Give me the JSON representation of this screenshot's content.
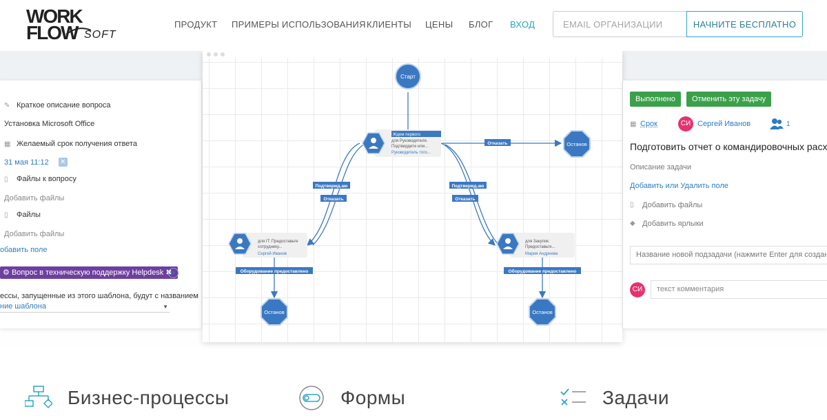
{
  "brand": {
    "line1": "WORK",
    "line2": "FLOW",
    "line3": "SOFT"
  },
  "nav": [
    "ПРОДУКТ",
    "ПРИМЕРЫ ИСПОЛЬЗОВАНИЯ",
    "КЛИЕНТЫ",
    "ЦЕНЫ",
    "БЛОГ",
    "ВХОД"
  ],
  "signup": {
    "placeholder": "EMAIL ОРГАНИЗАЦИИ",
    "button": "НАЧНИТЕ БЕСПЛАТНО"
  },
  "form": {
    "short_desc_label": "Краткое описание вопроса",
    "short_desc_value": "Установка Microsoft Office",
    "deadline_label": "Желаемый срок получения ответа",
    "deadline_value": "31 мая 11:12",
    "files_label": "Файлы к вопросу",
    "add_files_1": "Добавить файлы",
    "files2_label": "Файлы",
    "add_files_2": "Добавить файлы",
    "add_field": "обавить поле",
    "tag": "Вопрос в техническую поддержку Helpdesk",
    "processes_text": "ессы, запущенные из этого шаблона, будут с названием",
    "template_select": "ние шаблона"
  },
  "diagram": {
    "start": "Старт",
    "stop": "Останов",
    "top_node": {
      "line1": "Ждем первого",
      "line2": "для Руководителя.",
      "line3": "Подтвердите или...",
      "user": "Руководитель того..."
    },
    "left_node": {
      "line1": "для IT: Предоставьте",
      "line2": "сотруднику...",
      "user": "Сергей Иванов"
    },
    "right_node": {
      "line1": "для Закупок:",
      "line2": "Предоставьте...",
      "user": "Мария Андреева"
    },
    "label_confirm_left": "Подтвержд.аю",
    "label_refuse_left": "Отказать",
    "label_confirm_right": "Подтвержд.аю",
    "label_refuse_right": "Отказать",
    "label_refuse_top": "Отказать",
    "label_equipment": "Оборудование предоставлено"
  },
  "task": {
    "done": "Выполнено",
    "cancel": "Отменить эту задачу",
    "deadline": "Срок",
    "avatar_initials": "СИ",
    "assignee": "Сергей Иванов",
    "participants_count": "1",
    "title": "Подготовить отчет о командировочных расхо",
    "desc_label": "Описание задачи",
    "add_field": "Добавить или Удалить поле",
    "add_files": "Добавить файлы",
    "add_labels": "Добавить ярлыки",
    "subtask_placeholder": "Название новой подзадачи (нажмите Enter для создания)",
    "comment_placeholder": "текст комментария"
  },
  "features": [
    "Бизнес-процессы",
    "Формы",
    "Задачи"
  ],
  "colors": {
    "accent": "#27a5c7",
    "node_blue": "#3b78c2",
    "green": "#3aa04a",
    "tag_purple": "#6d3fa0",
    "avatar_pink": "#e5336d"
  }
}
